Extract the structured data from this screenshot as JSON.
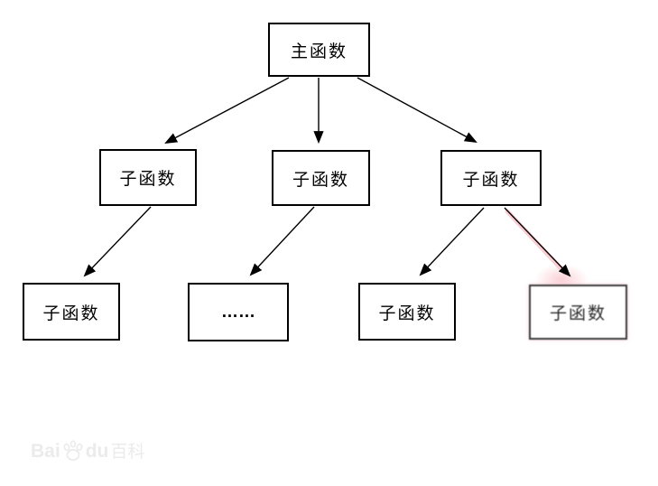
{
  "diagram": {
    "root": {
      "label": "主函数"
    },
    "level2": [
      {
        "label": "子函数"
      },
      {
        "label": "子函数"
      },
      {
        "label": "子函数"
      }
    ],
    "level3": [
      {
        "label": "子函数"
      },
      {
        "label": "……"
      },
      {
        "label": "子函数"
      },
      {
        "label": "子函数"
      }
    ]
  },
  "watermark": {
    "prefix": "Bai",
    "suffix": "du",
    "cjk": "百科"
  },
  "colors": {
    "background": "#ffffff",
    "box_border": "#000000",
    "text": "#000000",
    "arrow": "#000000",
    "degraded_tint": "#f6aab4",
    "watermark": "#ebebeb"
  }
}
